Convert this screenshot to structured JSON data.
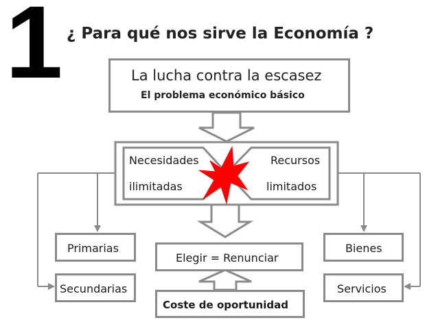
{
  "heading": {
    "number": "1",
    "question": "¿ Para qué nos sirve la Economía ?"
  },
  "top_box": {
    "line1": "La lucha contra la escasez",
    "line2": "El problema económico básico"
  },
  "conflict": {
    "left_line1": "Necesidades",
    "left_line2": "ilimitadas",
    "right_line1": "Recursos",
    "right_line2": "limitados",
    "clash_color": "#ff0000"
  },
  "center": {
    "choose": "Elegir = Renunciar",
    "opportunity_cost": "Coste de oportunidad"
  },
  "left_branch": {
    "item1": "Primarias",
    "item2": "Secundarias"
  },
  "right_branch": {
    "item1": "Bienes",
    "item2": "Servicios"
  },
  "colors": {
    "border": "#8a8a8a",
    "connector": "#8a8a8a",
    "text": "#1a1a1a"
  }
}
